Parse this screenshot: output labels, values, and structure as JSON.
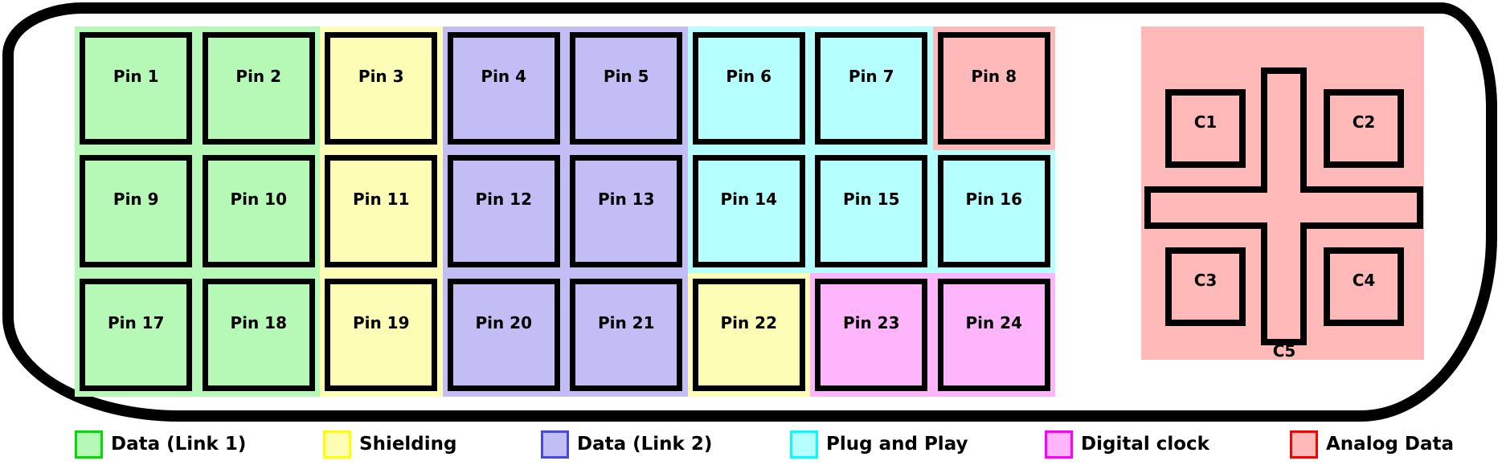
{
  "diagram": {
    "pins": [
      {
        "label": "Pin 1",
        "group": "green"
      },
      {
        "label": "Pin 2",
        "group": "green"
      },
      {
        "label": "Pin 3",
        "group": "yellow"
      },
      {
        "label": "Pin 4",
        "group": "purple"
      },
      {
        "label": "Pin 5",
        "group": "purple"
      },
      {
        "label": "Pin 6",
        "group": "cyan"
      },
      {
        "label": "Pin 7",
        "group": "cyan"
      },
      {
        "label": "Pin 8",
        "group": "red"
      },
      {
        "label": "Pin 9",
        "group": "green"
      },
      {
        "label": "Pin 10",
        "group": "green"
      },
      {
        "label": "Pin 11",
        "group": "yellow"
      },
      {
        "label": "Pin 12",
        "group": "purple"
      },
      {
        "label": "Pin 13",
        "group": "purple"
      },
      {
        "label": "Pin 14",
        "group": "cyan"
      },
      {
        "label": "Pin 15",
        "group": "cyan"
      },
      {
        "label": "Pin 16",
        "group": "cyan"
      },
      {
        "label": "Pin 17",
        "group": "green"
      },
      {
        "label": "Pin 18",
        "group": "green"
      },
      {
        "label": "Pin 19",
        "group": "yellow"
      },
      {
        "label": "Pin 20",
        "group": "purple"
      },
      {
        "label": "Pin 21",
        "group": "purple"
      },
      {
        "label": "Pin 22",
        "group": "yellow"
      },
      {
        "label": "Pin 23",
        "group": "magenta"
      },
      {
        "label": "Pin 24",
        "group": "magenta"
      }
    ],
    "contacts": [
      {
        "label": "C1"
      },
      {
        "label": "C2"
      },
      {
        "label": "C3"
      },
      {
        "label": "C4"
      }
    ],
    "center_contact_label": "C5"
  },
  "legend": {
    "items": [
      {
        "label": "Data (Link 1)",
        "group": "green"
      },
      {
        "label": "Shielding",
        "group": "yellow"
      },
      {
        "label": "Data (Link 2)",
        "group": "purple"
      },
      {
        "label": "Plug and Play",
        "group": "cyan"
      },
      {
        "label": "Digital clock",
        "group": "magenta"
      },
      {
        "label": "Analog Data",
        "group": "red"
      }
    ]
  },
  "colors": {
    "green": {
      "fill": "#b6f8b6",
      "border": "#00dd00"
    },
    "yellow": {
      "fill": "#fdfdb5",
      "border": "#ffff00"
    },
    "purple": {
      "fill": "#c3bdf5",
      "border": "#4747e8"
    },
    "cyan": {
      "fill": "#b5ffff",
      "border": "#00ffff"
    },
    "magenta": {
      "fill": "#ffb5fc",
      "border": "#ff00ff"
    },
    "red": {
      "fill": "#ffb9b9",
      "border": "#ff0000"
    },
    "outline": "#000000",
    "pad_fill": "#ffb9b9"
  }
}
